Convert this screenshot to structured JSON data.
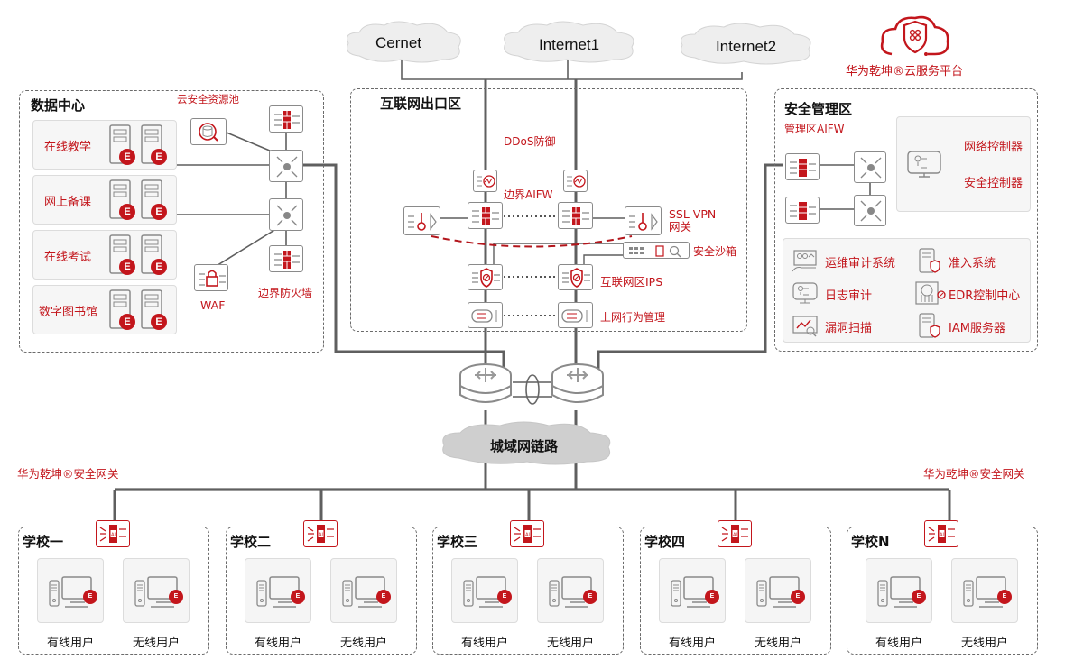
{
  "clouds": {
    "cernet": "Cernet",
    "internet1": "Internet1",
    "internet2": "Internet2",
    "metro": "城域网链路"
  },
  "brand": {
    "cloud_platform": "华为乾坤®云服务平台",
    "gateway_left": "华为乾坤®安全网关",
    "gateway_right": "华为乾坤®安全网关"
  },
  "data_center": {
    "title": "数据中心",
    "cloud_pool": "云安全资源池",
    "services": [
      "在线教学",
      "网上备课",
      "在线考试",
      "数字图书馆"
    ],
    "badge": "E",
    "waf": "WAF",
    "border_firewall": "边界防火墙"
  },
  "internet_exit": {
    "title": "互联网出口区",
    "ddos": "DDoS防御",
    "border_aifw": "边界AIFW",
    "ssl_vpn_line1": "SSL VPN",
    "ssl_vpn_line2": "网关",
    "sandbox": "安全沙箱",
    "ips": "互联网区IPS",
    "behavior_mgmt": "上网行为管理"
  },
  "security_mgmt": {
    "title": "安全管理区",
    "aifw": "管理区AIFW",
    "network_controller": "网络控制器",
    "security_controller": "安全控制器",
    "systems": [
      {
        "icon": "ops-audit-icon",
        "label": "运维审计系统"
      },
      {
        "icon": "access-server-icon",
        "label": "准入系统"
      },
      {
        "icon": "log-audit-icon",
        "label": "日志审计"
      },
      {
        "icon": "edr-icon",
        "label": "EDR控制中心"
      },
      {
        "icon": "vuln-scan-icon",
        "label": "漏洞扫描"
      },
      {
        "icon": "iam-server-icon",
        "label": "IAM服务器"
      }
    ]
  },
  "schools": [
    {
      "name": "学校一",
      "users": [
        "有线用户",
        "无线用户"
      ]
    },
    {
      "name": "学校二",
      "users": [
        "有线用户",
        "无线用户"
      ]
    },
    {
      "name": "学校三",
      "users": [
        "有线用户",
        "无线用户"
      ]
    },
    {
      "name": "学校四",
      "users": [
        "有线用户",
        "无线用户"
      ]
    },
    {
      "name": "学校N",
      "users": [
        "有线用户",
        "无线用户"
      ]
    }
  ],
  "colors": {
    "accent": "#c3161c",
    "line": "#5a5a5a",
    "icon_gray": "#8a8a8a",
    "panel": "#f6f6f6"
  }
}
